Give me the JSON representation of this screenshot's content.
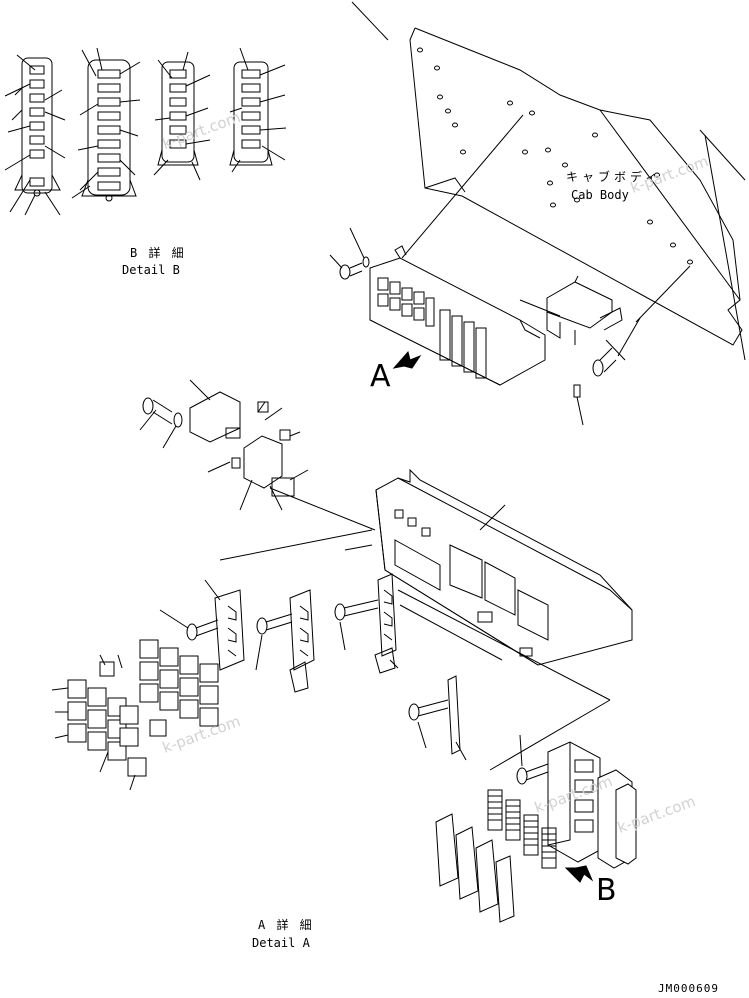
{
  "labels": {
    "cab_body_jp": "キャブボディ",
    "cab_body_en": "Cab Body",
    "detail_b_jp": "B 詳 細",
    "detail_b_en": "Detail B",
    "detail_a_jp": "A 詳 細",
    "detail_a_en": "Detail A",
    "view_a": "A",
    "view_b": "B",
    "drawing_code": "JM000609"
  },
  "watermarks": [
    "k-part.com",
    "k-part.com",
    "k-part.com",
    "k-part.com",
    "k-part.com"
  ]
}
